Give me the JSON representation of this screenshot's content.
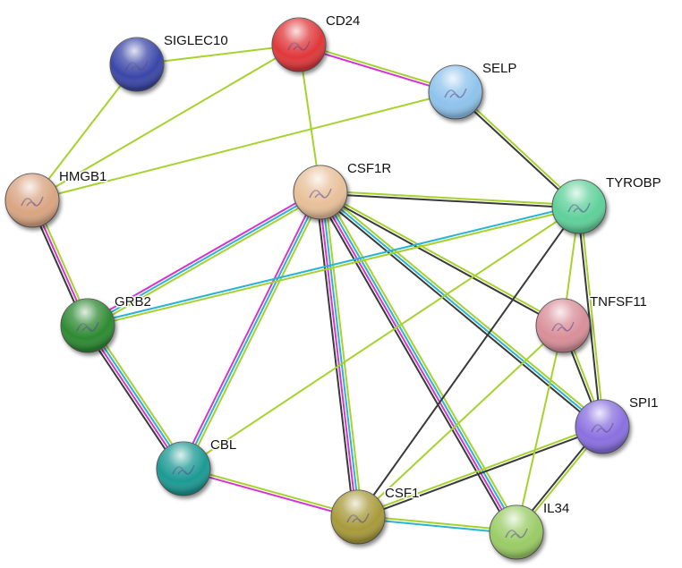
{
  "network": {
    "nodes": [
      {
        "id": "CD24",
        "label": "CD24",
        "color": "#e0393b"
      },
      {
        "id": "SIGLEC10",
        "label": "SIGLEC10",
        "color": "#3a47a8"
      },
      {
        "id": "SELP",
        "label": "SELP",
        "color": "#8ec3ec"
      },
      {
        "id": "HMGB1",
        "label": "HMGB1",
        "color": "#d9a582"
      },
      {
        "id": "CSF1R",
        "label": "CSF1R",
        "color": "#e8c09a"
      },
      {
        "id": "TYROBP",
        "label": "TYROBP",
        "color": "#5fd19a"
      },
      {
        "id": "GRB2",
        "label": "GRB2",
        "color": "#2f8a32"
      },
      {
        "id": "TNFSF11",
        "label": "TNFSF11",
        "color": "#d98f9a"
      },
      {
        "id": "SPI1",
        "label": "SPI1",
        "color": "#8a6fe0"
      },
      {
        "id": "CBL",
        "label": "CBL",
        "color": "#1f9a94"
      },
      {
        "id": "CSF1",
        "label": "CSF1",
        "color": "#a89a3a"
      },
      {
        "id": "IL34",
        "label": "IL34",
        "color": "#9acc66"
      }
    ],
    "edges": [
      {
        "source": "SIGLEC10",
        "target": "CD24",
        "colors": [
          "#a6d22e"
        ]
      },
      {
        "source": "SIGLEC10",
        "target": "HMGB1",
        "colors": [
          "#a6d22e"
        ]
      },
      {
        "source": "CD24",
        "target": "HMGB1",
        "colors": [
          "#a6d22e"
        ]
      },
      {
        "source": "CD24",
        "target": "SELP",
        "colors": [
          "#a6d22e",
          "#d534d5"
        ]
      },
      {
        "source": "CD24",
        "target": "CSF1R",
        "colors": [
          "#a6d22e"
        ]
      },
      {
        "source": "SELP",
        "target": "HMGB1",
        "colors": [
          "#a6d22e"
        ]
      },
      {
        "source": "SELP",
        "target": "TYROBP",
        "colors": [
          "#a6d22e",
          "#3a3a3a"
        ]
      },
      {
        "source": "HMGB1",
        "target": "GRB2",
        "colors": [
          "#a6d22e",
          "#d534d5",
          "#3a3a3a"
        ]
      },
      {
        "source": "CSF1R",
        "target": "GRB2",
        "colors": [
          "#a6d22e",
          "#2ab4d4",
          "#d534d5"
        ]
      },
      {
        "source": "CSF1R",
        "target": "TYROBP",
        "colors": [
          "#a6d22e",
          "#3a3a3a"
        ]
      },
      {
        "source": "CSF1R",
        "target": "CBL",
        "colors": [
          "#a6d22e",
          "#2ab4d4",
          "#d534d5"
        ]
      },
      {
        "source": "CSF1R",
        "target": "CSF1",
        "colors": [
          "#a6d22e",
          "#2ab4d4",
          "#d534d5",
          "#3a3a3a"
        ]
      },
      {
        "source": "CSF1R",
        "target": "IL34",
        "colors": [
          "#a6d22e",
          "#2ab4d4",
          "#d534d5",
          "#3a3a3a"
        ]
      },
      {
        "source": "CSF1R",
        "target": "TNFSF11",
        "colors": [
          "#a6d22e",
          "#3a3a3a"
        ]
      },
      {
        "source": "CSF1R",
        "target": "SPI1",
        "colors": [
          "#a6d22e",
          "#2ab4d4",
          "#3a3a3a"
        ]
      },
      {
        "source": "TYROBP",
        "target": "GRB2",
        "colors": [
          "#a6d22e",
          "#2ab4d4"
        ]
      },
      {
        "source": "TYROBP",
        "target": "CBL",
        "colors": [
          "#a6d22e"
        ]
      },
      {
        "source": "TYROBP",
        "target": "CSF1",
        "colors": [
          "#3a3a3a"
        ]
      },
      {
        "source": "TYROBP",
        "target": "TNFSF11",
        "colors": [
          "#a6d22e"
        ]
      },
      {
        "source": "TYROBP",
        "target": "SPI1",
        "colors": [
          "#a6d22e",
          "#3a3a3a"
        ]
      },
      {
        "source": "GRB2",
        "target": "CBL",
        "colors": [
          "#a6d22e",
          "#2ab4d4",
          "#d534d5",
          "#3a3a3a"
        ]
      },
      {
        "source": "CBL",
        "target": "CSF1",
        "colors": [
          "#a6d22e",
          "#d534d5"
        ]
      },
      {
        "source": "CSF1",
        "target": "IL34",
        "colors": [
          "#a6d22e",
          "#2ab4d4"
        ]
      },
      {
        "source": "CSF1",
        "target": "TNFSF11",
        "colors": [
          "#a6d22e"
        ]
      },
      {
        "source": "CSF1",
        "target": "SPI1",
        "colors": [
          "#a6d22e",
          "#3a3a3a"
        ]
      },
      {
        "source": "TNFSF11",
        "target": "SPI1",
        "colors": [
          "#a6d22e",
          "#3a3a3a"
        ]
      },
      {
        "source": "TNFSF11",
        "target": "IL34",
        "colors": [
          "#a6d22e"
        ]
      },
      {
        "source": "SPI1",
        "target": "IL34",
        "colors": [
          "#a6d22e",
          "#3a3a3a"
        ]
      }
    ]
  }
}
